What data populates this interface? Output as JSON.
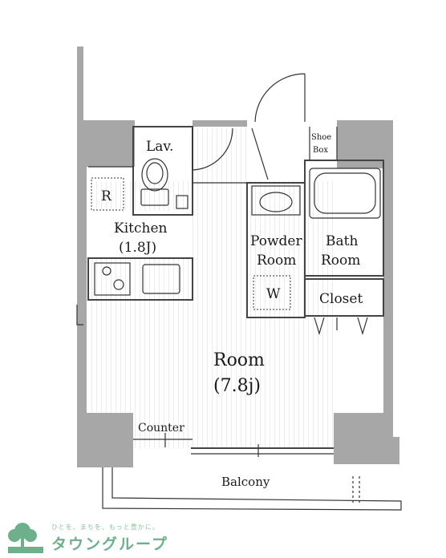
{
  "rooms": {
    "lav": "Lav.",
    "shoe_box_line1": "Shoe",
    "shoe_box_line2": "Box",
    "refrigerator": "R",
    "kitchen": "Kitchen",
    "kitchen_size": "(1.8J)",
    "powder_room_line1": "Powder",
    "powder_room_line2": "Room",
    "bath_room_line1": "Bath",
    "bath_room_line2": "Room",
    "washer": "W",
    "closet": "Closet",
    "room": "Room",
    "room_size": "(7.8j)",
    "counter": "Counter",
    "balcony": "Balcony"
  },
  "watermark": {
    "tagline": "ひとを、まちを、もっと豊かに。",
    "brand": "タウングループ"
  },
  "colors": {
    "wall": "#a7a7a7",
    "brand_green": "#6db08b"
  }
}
